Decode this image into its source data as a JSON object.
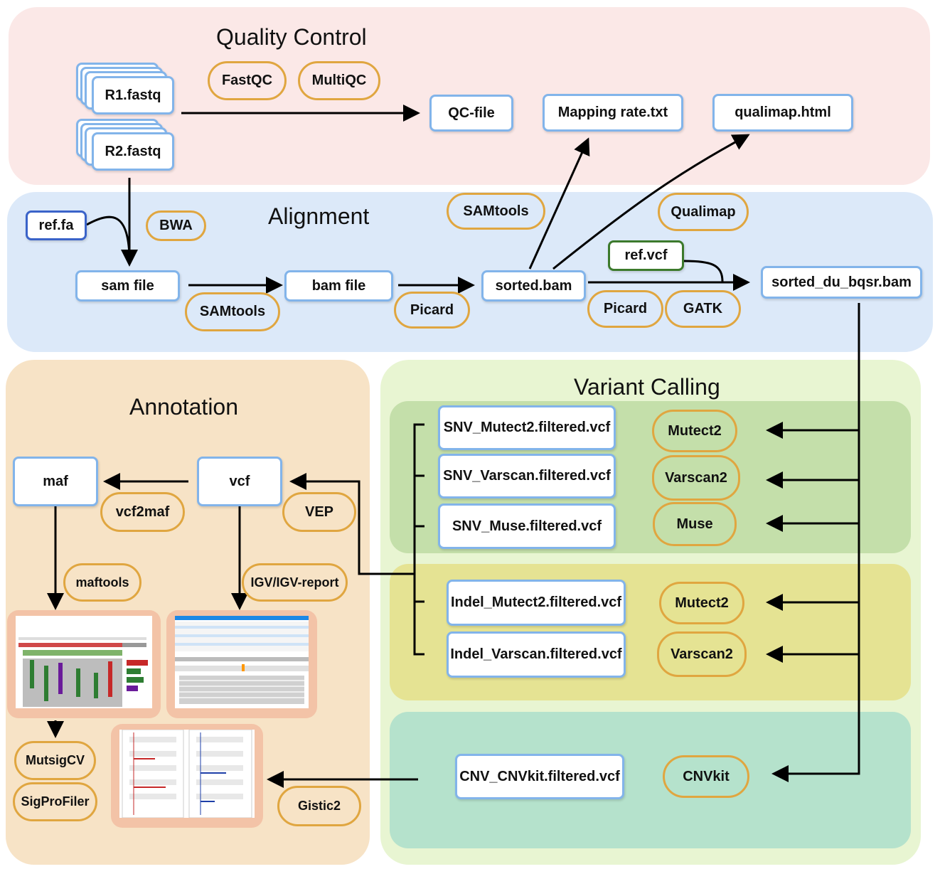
{
  "colors": {
    "qc_bg": "#fbe8e7",
    "alignment_bg": "#dce9f9",
    "annotation_bg": "#f7e3c6",
    "variant_bg": "#e8f5d2",
    "snv_bg": "#c4dfaa",
    "indel_bg": "#e5e393",
    "cnv_bg": "#b5e2cc",
    "box_border": "#82b4ea",
    "tool_border": "#e0a640",
    "arrow": "#000000"
  },
  "sections": {
    "quality_control": "Quality Control",
    "alignment": "Alignment",
    "annotation": "Annotation",
    "variant_calling": "Variant Calling"
  },
  "files": {
    "r1": "R1.fastq",
    "r2": "R2.fastq",
    "qc_file": "QC-file",
    "mapping_rate": "Mapping rate.txt",
    "qualimap_html": "qualimap.html",
    "ref_fa": "ref.fa",
    "sam": "sam file",
    "bam": "bam file",
    "sorted_bam": "sorted.bam",
    "ref_vcf": "ref.vcf",
    "sorted_du_bqsr": "sorted_du_bqsr.bam",
    "snv_mutect2": "SNV_Mutect2.filtered.vcf",
    "snv_varscan": "SNV_Varscan.filtered.vcf",
    "snv_muse": "SNV_Muse.filtered.vcf",
    "indel_mutect2": "Indel_Mutect2.filtered.vcf",
    "indel_varscan": "Indel_Varscan.filtered.vcf",
    "cnv_cnvkit": "CNV_CNVkit.filtered.vcf",
    "maf": "maf",
    "vcf": "vcf"
  },
  "tools": {
    "fastqc": "FastQC",
    "multiqc": "MultiQC",
    "bwa": "BWA",
    "samtools_top": "SAMtools",
    "qualimap": "Qualimap",
    "samtools": "SAMtools",
    "picard1": "Picard",
    "picard2": "Picard",
    "gatk": "GATK",
    "mutect2_snv": "Mutect2",
    "varscan2_snv": "Varscan2",
    "muse": "Muse",
    "mutect2_indel": "Mutect2",
    "varscan2_indel": "Varscan2",
    "cnvkit": "CNVkit",
    "vcf2maf": "vcf2maf",
    "vep": "VEP",
    "maftools": "maftools",
    "igv": "IGV/IGV-report",
    "mutsigcv": "MutsigCV",
    "sigprofiler": "SigProFiler",
    "gistic2": "Gistic2"
  }
}
